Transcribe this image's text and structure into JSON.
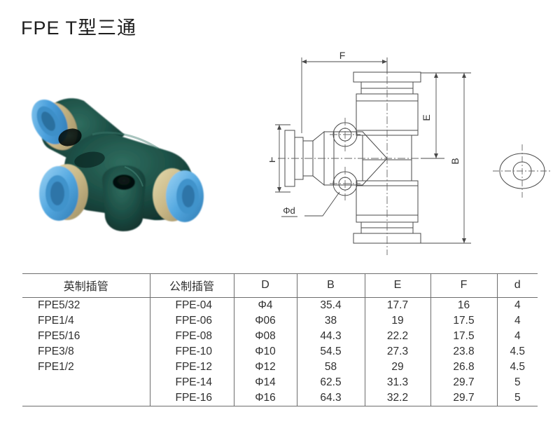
{
  "title": "FPE  T型三通",
  "photo": {
    "alt_name": "fpe-t-union-tee-photo",
    "body_color": "#1f4a42",
    "collar_color": "#5aa8e0",
    "ring_color": "#c8b98a"
  },
  "drawing": {
    "name": "fpe-tee-dimensional-drawing",
    "labels": {
      "f_top": "F",
      "f_left": "F",
      "e_right": "E",
      "b_right": "B",
      "d_leader": "Φd"
    },
    "line_color": "#4a4a4a",
    "centerline_color": "#555555"
  },
  "end_view": {
    "name": "end-view-section-detail"
  },
  "table": {
    "headers": [
      "英制插管",
      "公制插管",
      "D",
      "B",
      "E",
      "F",
      "d"
    ],
    "rows": [
      {
        "imperial": "FPE5/32",
        "metric": "FPE-04",
        "d": "Φ4",
        "b": "35.4",
        "e": "17.7",
        "f": "16",
        "dd": "4"
      },
      {
        "imperial": "FPE1/4",
        "metric": "FPE-06",
        "d": "Φ06",
        "b": "38",
        "e": "19",
        "f": "17.5",
        "dd": "4"
      },
      {
        "imperial": "FPE5/16",
        "metric": "FPE-08",
        "d": "Φ08",
        "b": "44.3",
        "e": "22.2",
        "f": "17.5",
        "dd": "4"
      },
      {
        "imperial": "FPE3/8",
        "metric": "FPE-10",
        "d": "Φ10",
        "b": "54.5",
        "e": "27.3",
        "f": "23.8",
        "dd": "4.5"
      },
      {
        "imperial": "FPE1/2",
        "metric": "FPE-12",
        "d": "Φ12",
        "b": "58",
        "e": "29",
        "f": "26.8",
        "dd": "4.5"
      },
      {
        "imperial": "",
        "metric": "FPE-14",
        "d": "Φ14",
        "b": "62.5",
        "e": "31.3",
        "f": "29.7",
        "dd": "5"
      },
      {
        "imperial": "",
        "metric": "FPE-16",
        "d": "Φ16",
        "b": "64.3",
        "e": "32.2",
        "f": "29.7",
        "dd": "5"
      }
    ]
  }
}
